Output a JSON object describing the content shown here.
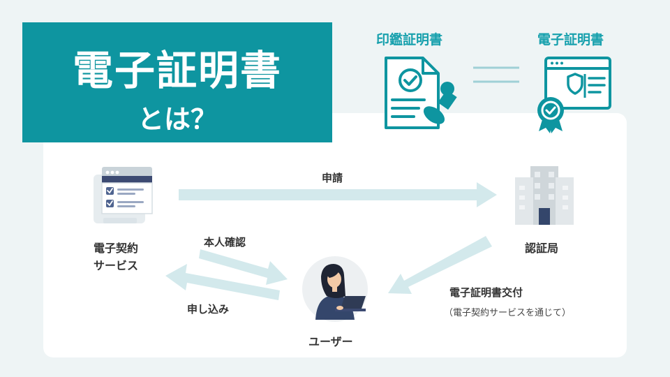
{
  "title": {
    "main": "電子証明書",
    "sub": "とは？"
  },
  "comparison": {
    "left_label": "印鑑証明書",
    "right_label": "電子証明書"
  },
  "nodes": {
    "service": {
      "line1": "電子契約",
      "line2": "サービス"
    },
    "authority": {
      "label": "認証局"
    },
    "user": {
      "label": "ユーザー"
    }
  },
  "arrows": {
    "apply": "申請",
    "identity": "本人確認",
    "signup": "申し込み",
    "issue": "電子証明書交付",
    "issue_note": "（電子契約サービスを通じて）"
  },
  "colors": {
    "accent": "#0e95a0",
    "accent_text": "#17a0ad",
    "arrow": "#d3e9ec"
  }
}
